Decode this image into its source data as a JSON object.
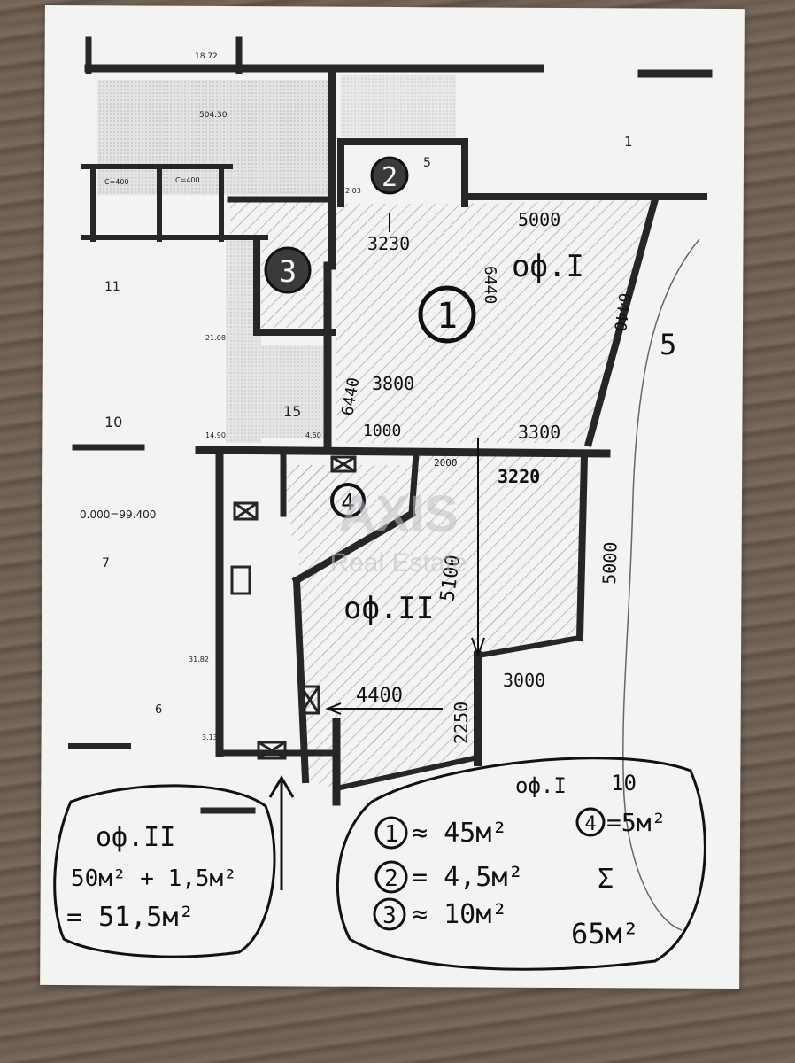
{
  "plan_print": {
    "small_labels": [
      "18.72",
      "504.30",
      "C=400",
      "C=400",
      "21.08",
      "14.90",
      "4.50",
      "2.03",
      "31.82",
      "3.13",
      "0.000=99.400"
    ],
    "room_numbers": [
      "1",
      "5",
      "11",
      "10",
      "15",
      "7",
      "6"
    ]
  },
  "handwritten": {
    "dimensions": [
      "5000",
      "3230",
      "6440",
      "6440",
      "6440",
      "3800",
      "1000",
      "3300",
      "2000",
      "3220",
      "5100",
      "5000",
      "4400",
      "2250",
      "3000",
      "5"
    ],
    "circled_numbers": [
      "1",
      "2",
      "3",
      "4"
    ],
    "unit_labels": [
      "оф.I",
      "оф.II"
    ],
    "legend_right": {
      "title": "оф.I",
      "note": "10",
      "items": [
        "≈ 45м²",
        "= 4,5м²",
        "≈ 10м²",
        "=5м²"
      ],
      "circles": [
        "1",
        "2",
        "3",
        "4"
      ],
      "sum_mark": "Σ",
      "total": "65м²"
    },
    "legend_left": {
      "title": "оф.II",
      "line1": "50м² + 1,5м²",
      "line2": "= 51,5м²"
    }
  },
  "watermark": {
    "brand": "AXIS",
    "subtitle": "Real Estate"
  },
  "colors": {
    "wall": "#262626",
    "ink": "#151515",
    "paper": "#f3f3f1",
    "hatch": "#9a9a9a"
  }
}
